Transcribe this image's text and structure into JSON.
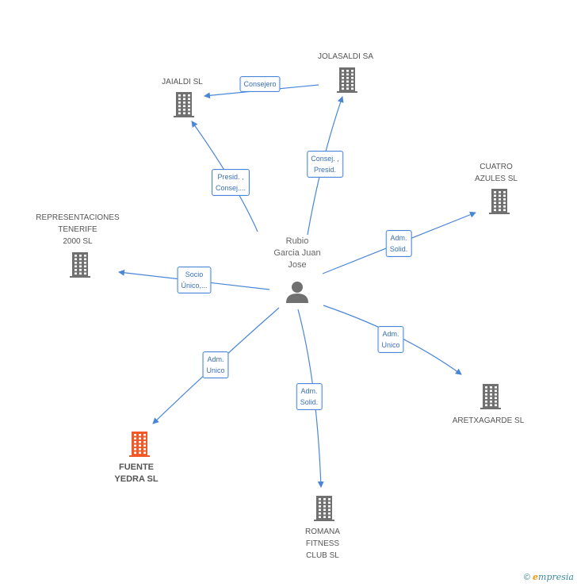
{
  "center": {
    "label": "Rubio\nGarcia Juan\nJose"
  },
  "nodes": [
    {
      "id": "jaialdi",
      "label": "JAIALDI SL",
      "highlight": false
    },
    {
      "id": "jolasaldi",
      "label": "JOLASALDI SA",
      "highlight": false
    },
    {
      "id": "cuatro",
      "label": "CUATRO\nAZULES SL",
      "highlight": false
    },
    {
      "id": "representaciones",
      "label": "REPRESENTACIONES\nTENERIFE\n2000 SL",
      "highlight": false
    },
    {
      "id": "aretxagarde",
      "label": "ARETXAGARDE SL",
      "highlight": false
    },
    {
      "id": "fuente",
      "label": "FUENTE\nYEDRA SL",
      "highlight": true
    },
    {
      "id": "romana",
      "label": "ROMANA\nFITNESS\nCLUB SL",
      "highlight": false
    }
  ],
  "edges": [
    {
      "label": "Consejero"
    },
    {
      "label": "Presid. ,\nConsej...."
    },
    {
      "label": "Consej. ,\nPresid."
    },
    {
      "label": "Adm.\nSolid."
    },
    {
      "label": "Socio\nÚnico,..."
    },
    {
      "label": "Adm.\nUnico"
    },
    {
      "label": "Adm.\nUnico"
    },
    {
      "label": "Adm.\nSolid."
    }
  ],
  "colors": {
    "edge": "#4a86d8",
    "building": "#707070",
    "highlight": "#f05a28",
    "person": "#707070"
  },
  "footer": {
    "copyright": "©",
    "brand_initial": "e",
    "brand_rest": "mpresia"
  }
}
